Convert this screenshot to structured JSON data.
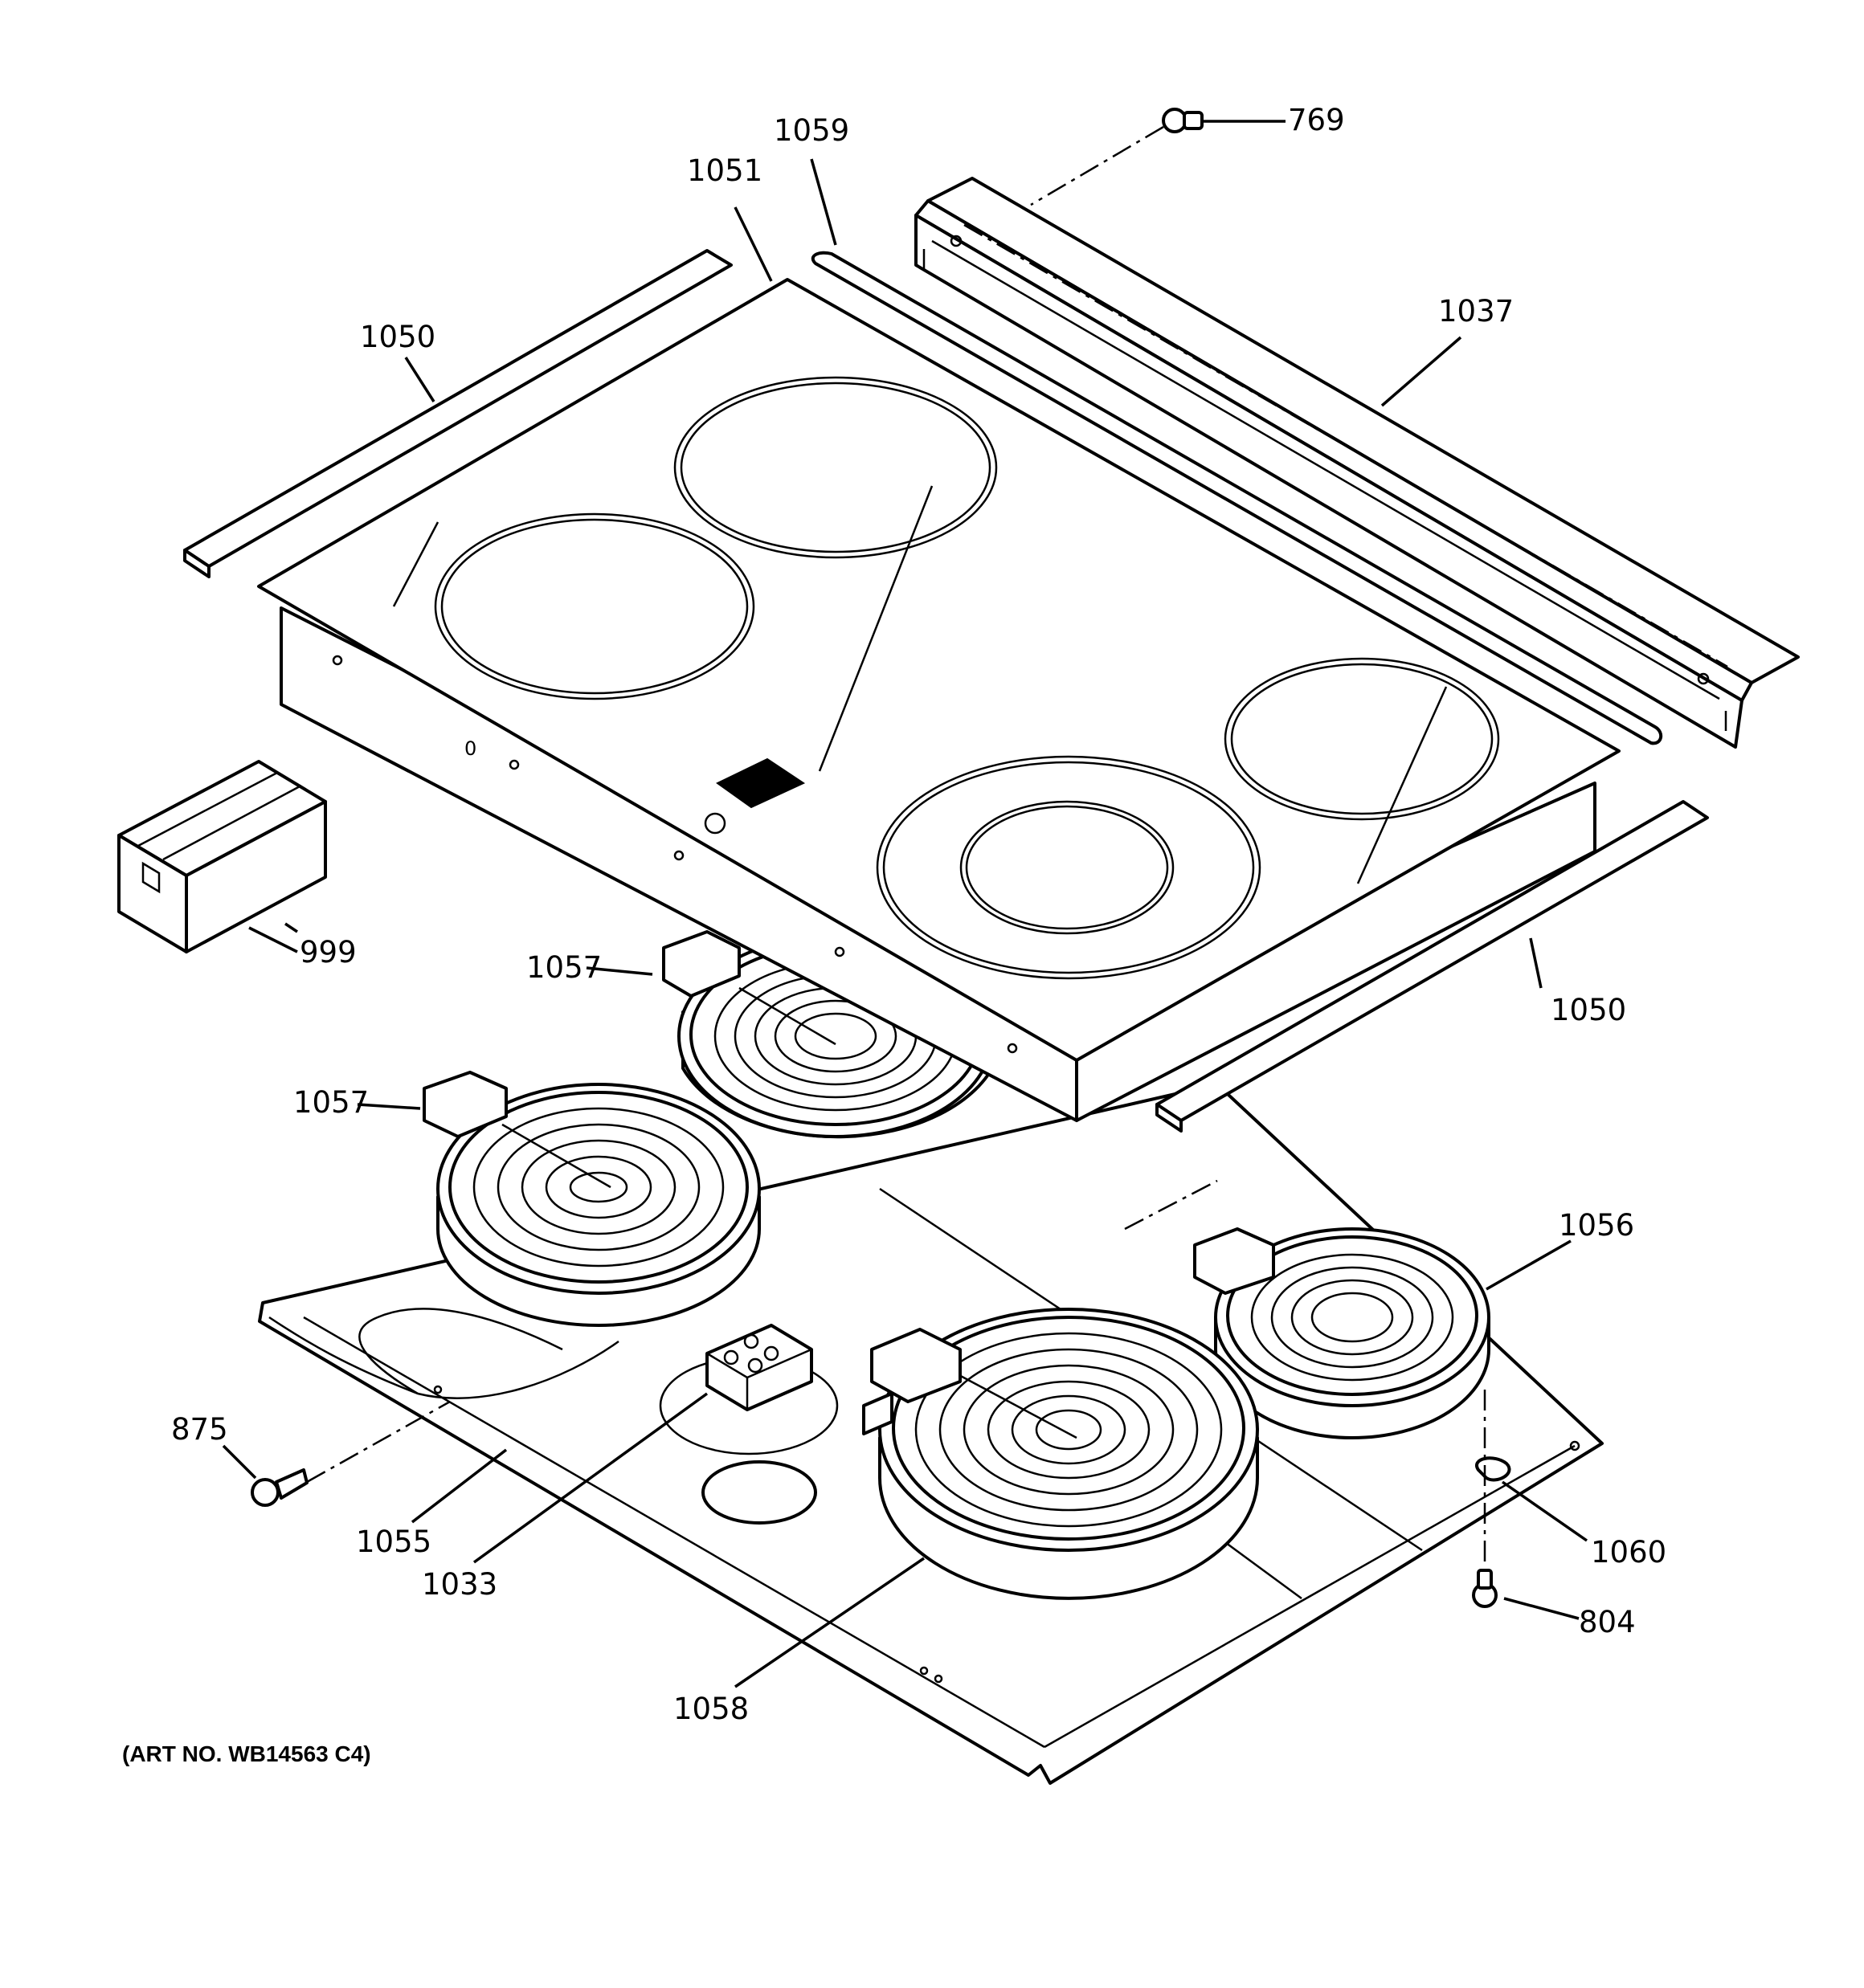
{
  "callouts": {
    "p769": "769",
    "p1059": "1059",
    "p1051": "1051",
    "p1037": "1037",
    "p1050_top": "1050",
    "p1050_right": "1050",
    "p999": "999",
    "p1057_upper": "1057",
    "p1057_lower": "1057",
    "p1056": "1056",
    "p875": "875",
    "p1055": "1055",
    "p1033": "1033",
    "p1058": "1058",
    "p1060": "1060",
    "p804": "804"
  },
  "art_number": "(ART NO. WB14563 C4)"
}
